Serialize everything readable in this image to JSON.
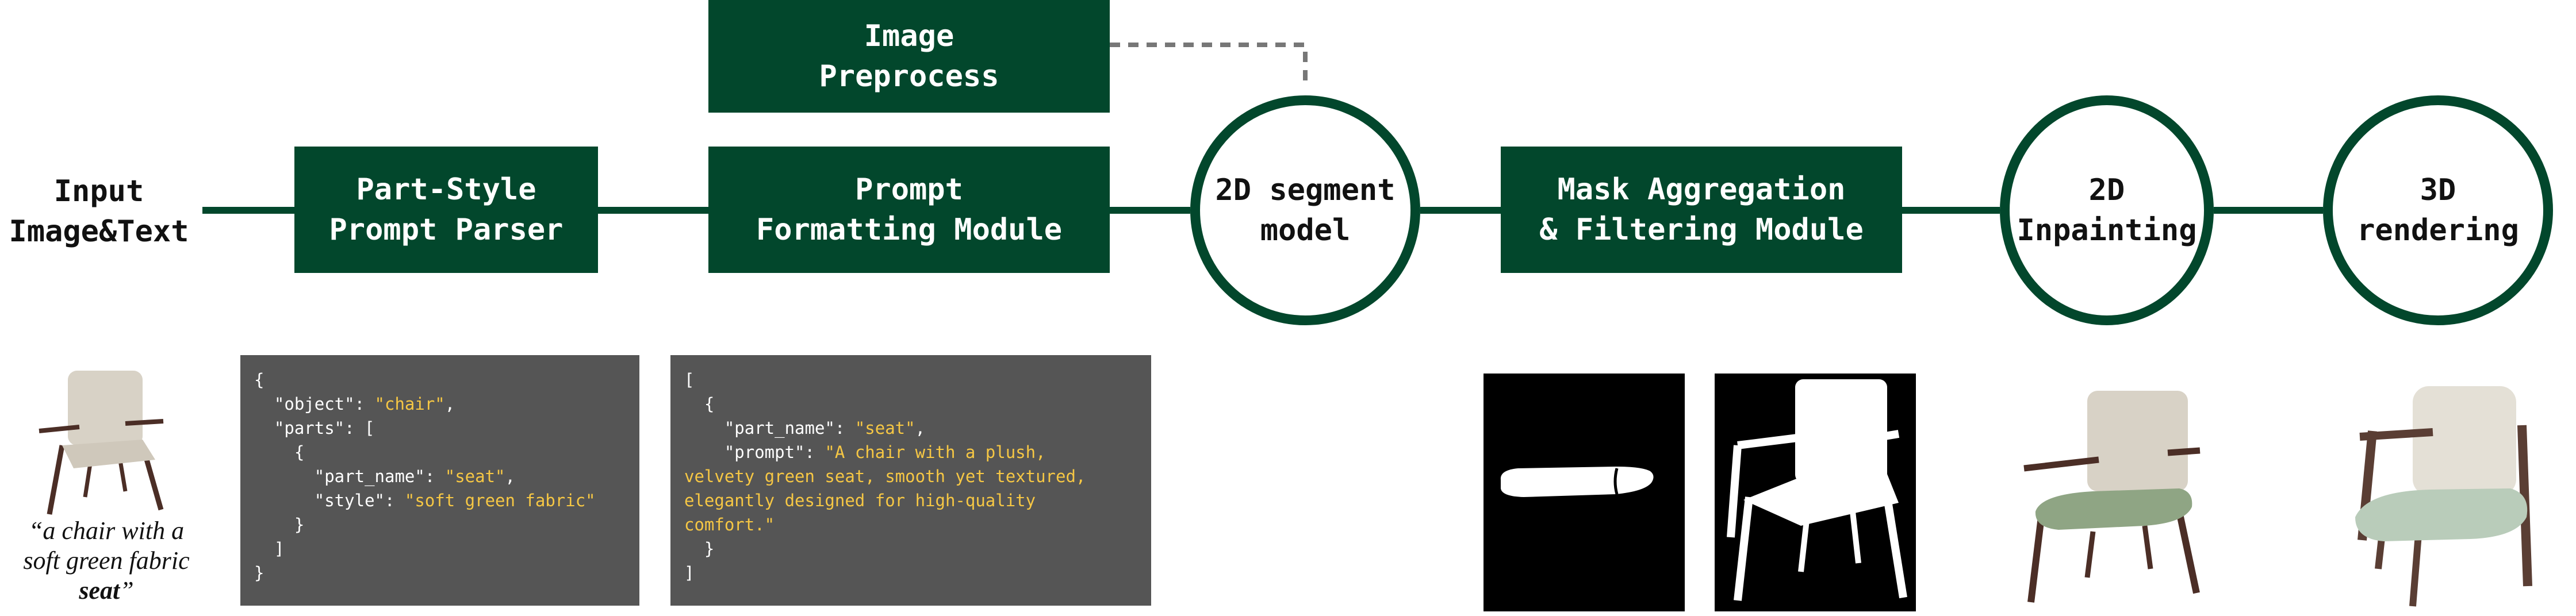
{
  "input_label": "Input\nImage&Text",
  "prompt_quote": {
    "prefix": "“a chair with a soft green fabric ",
    "emphasis": "seat",
    "suffix": "”"
  },
  "modules": {
    "parser": "Part-Style\nPrompt Parser",
    "formatting": "Prompt\nFormatting Module",
    "preprocess": "Image\nPreprocess",
    "segment": "2D segment\nmodel",
    "aggregation": "Mask Aggregation\n& Filtering Module",
    "inpainting": "2D\nInpainting",
    "rendering": "3D\nrendering"
  },
  "parser_output": {
    "object_key": "\"object\"",
    "object_value": "\"chair\"",
    "parts_key": "\"parts\"",
    "part_name_key": "\"part_name\"",
    "part_name_value": "\"seat\"",
    "style_key": "\"style\"",
    "style_value": "\"soft green fabric\""
  },
  "formatted_prompt": {
    "part_name_key": "\"part_name\"",
    "part_name_value": "\"seat\"",
    "prompt_key": "\"prompt\"",
    "prompt_line1": "\"A chair with a plush,",
    "prompt_line2": "velvety green seat, smooth yet textured,",
    "prompt_line3": "elegantly designed for high-quality",
    "prompt_line4": "comfort.\""
  },
  "colors": {
    "module_fill": "#02472c",
    "code_bg": "#555555",
    "code_value": "#f6c744",
    "connector_dashed": "#777777"
  }
}
